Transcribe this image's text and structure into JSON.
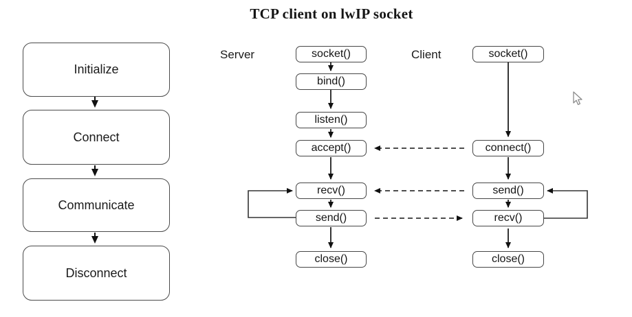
{
  "title": "TCP client on lwIP socket",
  "flowchart": {
    "steps": [
      "Initialize",
      "Connect",
      "Communicate",
      "Disconnect"
    ]
  },
  "sequence": {
    "columns": [
      {
        "label": "Server",
        "nodes": [
          "socket()",
          "bind()",
          "listen()",
          "accept()",
          "recv()",
          "send()",
          "close()"
        ]
      },
      {
        "label": "Client",
        "nodes": [
          "socket()",
          "connect()",
          "send()",
          "recv()",
          "close()"
        ]
      }
    ],
    "connections": [
      {
        "from": "Server socket()",
        "to": "Server bind()",
        "style": "solid-arrow"
      },
      {
        "from": "Server bind()",
        "to": "Server listen()",
        "style": "solid-arrow"
      },
      {
        "from": "Server listen()",
        "to": "Server accept()",
        "style": "solid-arrow"
      },
      {
        "from": "Server accept()",
        "to": "Server recv()",
        "style": "solid-arrow"
      },
      {
        "from": "Server recv()",
        "to": "Server send()",
        "style": "solid-arrow"
      },
      {
        "from": "Server send()",
        "to": "Server close()",
        "style": "solid-arrow"
      },
      {
        "from": "Client socket()",
        "to": "Client connect()",
        "style": "solid-arrow"
      },
      {
        "from": "Client connect()",
        "to": "Client send()",
        "style": "solid-arrow"
      },
      {
        "from": "Client send()",
        "to": "Client recv()",
        "style": "solid-arrow"
      },
      {
        "from": "Client recv()",
        "to": "Client close()",
        "style": "solid-arrow"
      },
      {
        "from": "Client connect()",
        "to": "Server accept()",
        "style": "dashed-arrow"
      },
      {
        "from": "Client send()",
        "to": "Server recv()",
        "style": "dashed-arrow"
      },
      {
        "from": "Server send()",
        "to": "Client recv()",
        "style": "dashed-arrow"
      },
      {
        "from": "Server send()",
        "to": "Server recv()",
        "style": "loop-arrow"
      },
      {
        "from": "Client recv()",
        "to": "Client send()",
        "style": "loop-arrow"
      }
    ]
  },
  "icons": {
    "cursor": "mouse-arrow-cursor"
  },
  "colors": {
    "background": "#ffffff",
    "line": "#111111",
    "box_border": "#454545",
    "text": "#1a1a1a"
  }
}
